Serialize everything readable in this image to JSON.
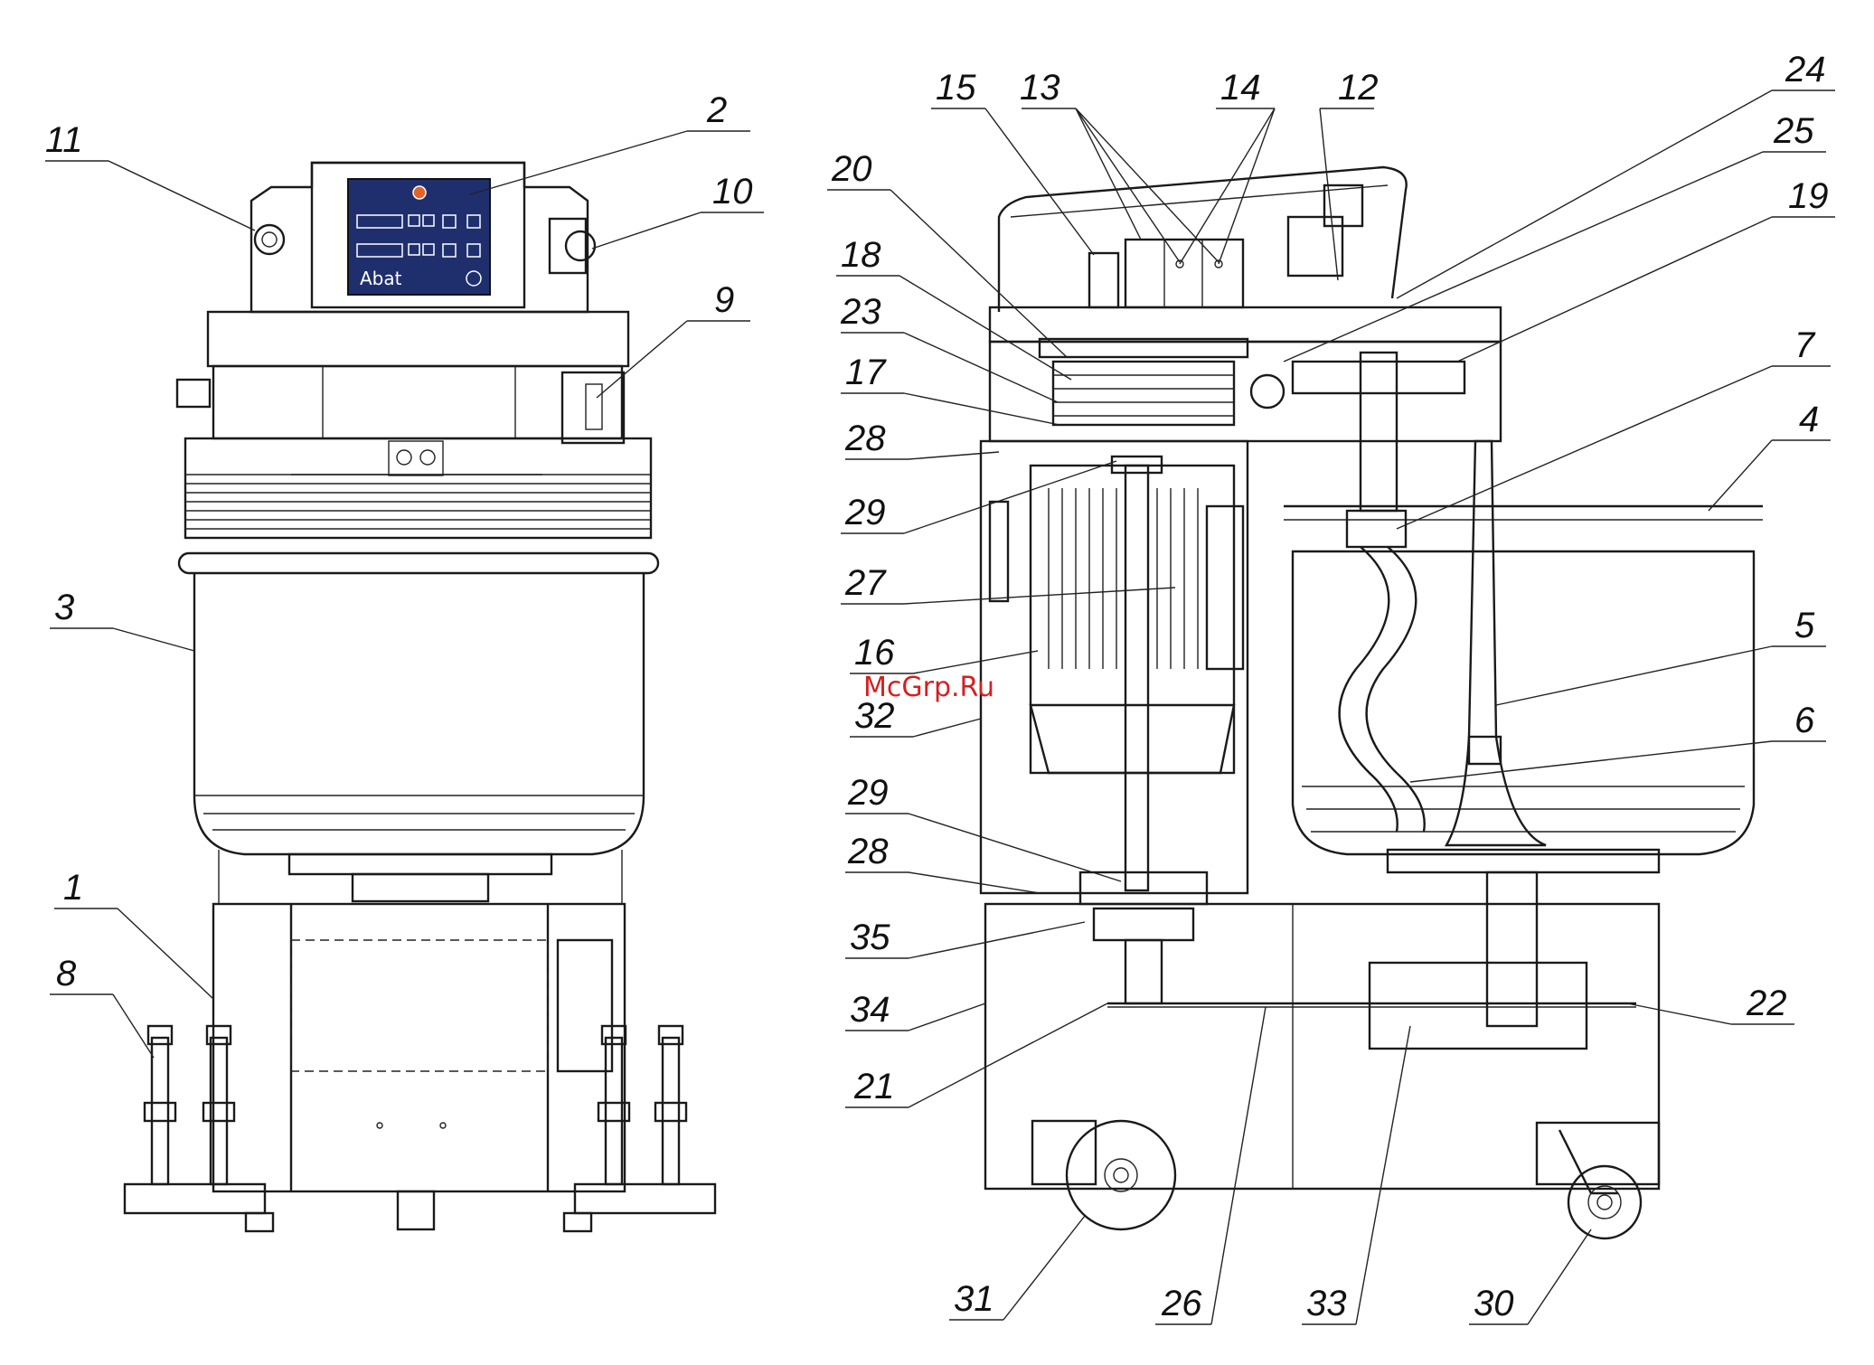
{
  "panel": {
    "brand": "Abat"
  },
  "watermark": "McGrp.Ru",
  "left_view": {
    "labels": [
      {
        "id": "11",
        "text": "11"
      },
      {
        "id": "2",
        "text": "2"
      },
      {
        "id": "10",
        "text": "10"
      },
      {
        "id": "9",
        "text": "9"
      },
      {
        "id": "3",
        "text": "3"
      },
      {
        "id": "1",
        "text": "1"
      },
      {
        "id": "8",
        "text": "8"
      }
    ]
  },
  "right_view": {
    "labels": [
      {
        "id": "15",
        "text": "15"
      },
      {
        "id": "13",
        "text": "13"
      },
      {
        "id": "14",
        "text": "14"
      },
      {
        "id": "12",
        "text": "12"
      },
      {
        "id": "24",
        "text": "24"
      },
      {
        "id": "25",
        "text": "25"
      },
      {
        "id": "19",
        "text": "19"
      },
      {
        "id": "20",
        "text": "20"
      },
      {
        "id": "18",
        "text": "18"
      },
      {
        "id": "23",
        "text": "23"
      },
      {
        "id": "17",
        "text": "17"
      },
      {
        "id": "28a",
        "text": "28"
      },
      {
        "id": "29a",
        "text": "29"
      },
      {
        "id": "27",
        "text": "27"
      },
      {
        "id": "16",
        "text": "16"
      },
      {
        "id": "32",
        "text": "32"
      },
      {
        "id": "29b",
        "text": "29"
      },
      {
        "id": "28b",
        "text": "28"
      },
      {
        "id": "35",
        "text": "35"
      },
      {
        "id": "34",
        "text": "34"
      },
      {
        "id": "21",
        "text": "21"
      },
      {
        "id": "7",
        "text": "7"
      },
      {
        "id": "4",
        "text": "4"
      },
      {
        "id": "5",
        "text": "5"
      },
      {
        "id": "6",
        "text": "6"
      },
      {
        "id": "22",
        "text": "22"
      },
      {
        "id": "31",
        "text": "31"
      },
      {
        "id": "26",
        "text": "26"
      },
      {
        "id": "33",
        "text": "33"
      },
      {
        "id": "30",
        "text": "30"
      }
    ]
  }
}
